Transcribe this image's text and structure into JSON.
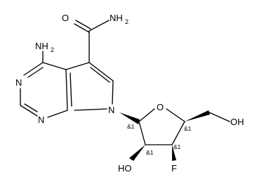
{
  "molecule": {
    "atoms": {
      "carbonyl_o": "O",
      "amide_n": "NH",
      "amide_sub": "2",
      "amine_n": "NH",
      "amine_sub": "2",
      "pyrimidine_n_top": "N",
      "pyrimidine_n_bottom": "N",
      "pyrrole_n": "N",
      "ring_o": "O",
      "hydroxymethyl_oh": "OH",
      "hydroxyl_ho": "HO",
      "fluorine": "F"
    },
    "stereo_labels": {
      "c1": "&1",
      "c2": "&1",
      "c3": "&1",
      "c4": "&1"
    }
  }
}
